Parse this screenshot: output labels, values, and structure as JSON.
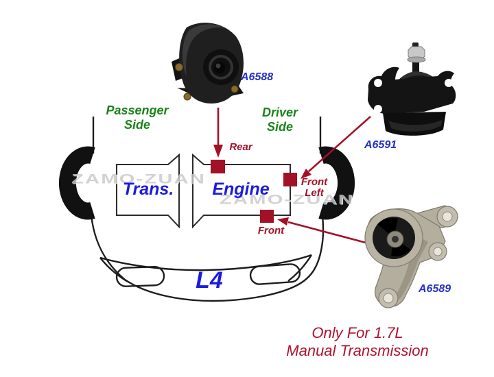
{
  "watermark": {
    "text": "ZAMO-ZUAN"
  },
  "car": {
    "passenger_side": {
      "line1": "Passenger",
      "line2": "Side"
    },
    "driver_side": {
      "line1": "Driver",
      "line2": "Side"
    },
    "trans_label": "Trans.",
    "engine_label": "Engine",
    "engine_code": "L4"
  },
  "mounts": {
    "rear": {
      "label": "Rear",
      "part": "A6588"
    },
    "front_left": {
      "line1": "Front",
      "line2": "Left",
      "part": "A6591"
    },
    "front": {
      "label": "Front",
      "part": "A6589"
    }
  },
  "note": {
    "line1": "Only For 1.7L",
    "line2": "Manual Transmission"
  },
  "colors": {
    "label_green": "#1a831a",
    "label_blue": "#1b1be0",
    "part_number_blue": "#2431c8",
    "marker_red": "#a31127",
    "note_red": "#b2122e",
    "watermark_gray": "#c9c9c9",
    "car_outline": "#1d1d1d"
  }
}
